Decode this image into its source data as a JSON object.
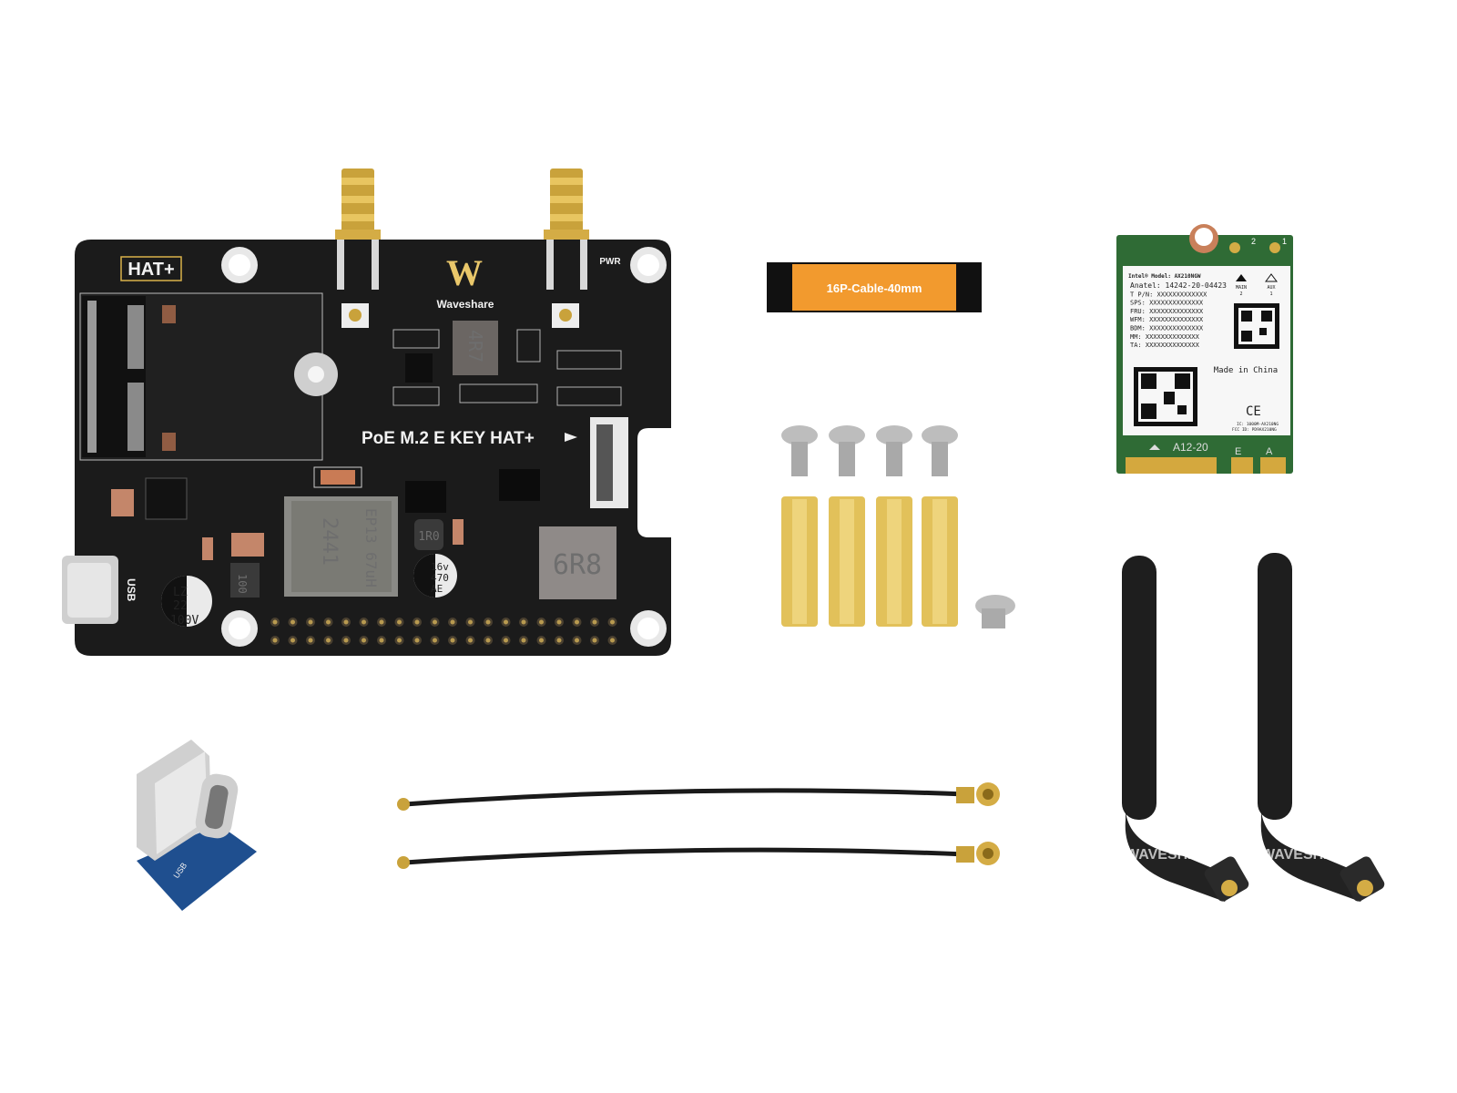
{
  "board": {
    "hat_badge": "HAT+",
    "brand": "Waveshare",
    "brand_mark": "W",
    "pwr_label": "PWR",
    "title": "PoE M.2 E KEY HAT+",
    "usb_label": "USB",
    "inductor_small": "4R7",
    "transformer_line1": "2441",
    "transformer_line2": "EP13 67uH",
    "inductor_1r0": "1R0",
    "inductor_6r8": "6R8",
    "inductor_100": "100",
    "cap_small": [
      "16v",
      "470",
      "AE"
    ],
    "cap_large": [
      "LZ",
      "22",
      "100V"
    ]
  },
  "fpc_cable": {
    "label": "16P-Cable-40mm",
    "color": "#f29a2e"
  },
  "wifi_card": {
    "model": "Intel® Model: AX210NGW",
    "lines": [
      "Anatel: 14242-20-04423",
      "T P/N: XXXXXXXXXXXXX",
      "SPS: XXXXXXXXXXXXXX",
      "FRU: XXXXXXXXXXXXXX",
      "WFM: XXXXXXXXXXXXXX",
      "BDM: XXXXXXXXXXXXXX",
      "MM: XXXXXXXXXXXXXX",
      "TA: XXXXXXXXXXXXXX"
    ],
    "main_label": "MAIN",
    "main_num": "2",
    "aux_label": "AUX",
    "aux_num": "1",
    "made_in": "Made in China",
    "ce": "CE",
    "ic": "IC: 1000M-AX210NG",
    "fcc": "FCC ID: PD9AX210NG",
    "key_label": "A12-20",
    "key_e": "E",
    "key_a": "A",
    "connector_2": "2",
    "connector_1": "1",
    "pcb_color": "#2f6b35"
  },
  "antennas": {
    "watermark": "WAVESHARE"
  },
  "usb_adapter": {
    "label": "USB"
  }
}
